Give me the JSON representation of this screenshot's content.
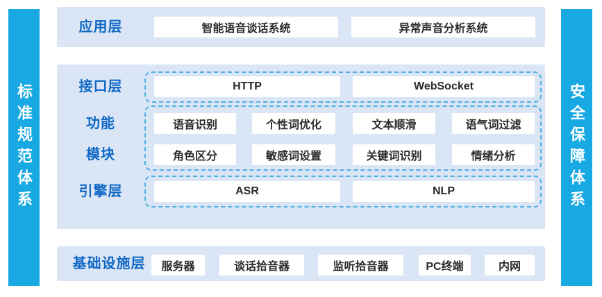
{
  "colors": {
    "sidebar_bg": "#18A9E2",
    "panel_bg": "#DAE5F6",
    "label_text": "#0E68C4",
    "dashed_border": "#4FAFE3",
    "box_bg": "#FFFFFF",
    "box_text": "#2B2B2B",
    "page_bg": "#FFFFFF"
  },
  "left_sidebar": {
    "label": "标准规范体系"
  },
  "right_sidebar": {
    "label": "安全保障体系"
  },
  "application_layer": {
    "label": "应用层",
    "systems": [
      "智能语音谈话系统",
      "异常声音分析系统"
    ]
  },
  "interface_layer": {
    "label": "接口层",
    "items": [
      "HTTP",
      "WebSocket"
    ]
  },
  "function_modules": {
    "label_line1": "功能",
    "label_line2": "模块",
    "row1": [
      "语音识别",
      "个性词优化",
      "文本顺滑",
      "语气词过滤"
    ],
    "row2": [
      "角色区分",
      "敏感词设置",
      "关键词识别",
      "情绪分析"
    ]
  },
  "engine_layer": {
    "label": "引擎层",
    "items": [
      "ASR",
      "NLP"
    ]
  },
  "infrastructure_layer": {
    "label": "基础设施层",
    "items": [
      "服务器",
      "谈话拾音器",
      "监听拾音器",
      "PC终端",
      "内网"
    ]
  }
}
